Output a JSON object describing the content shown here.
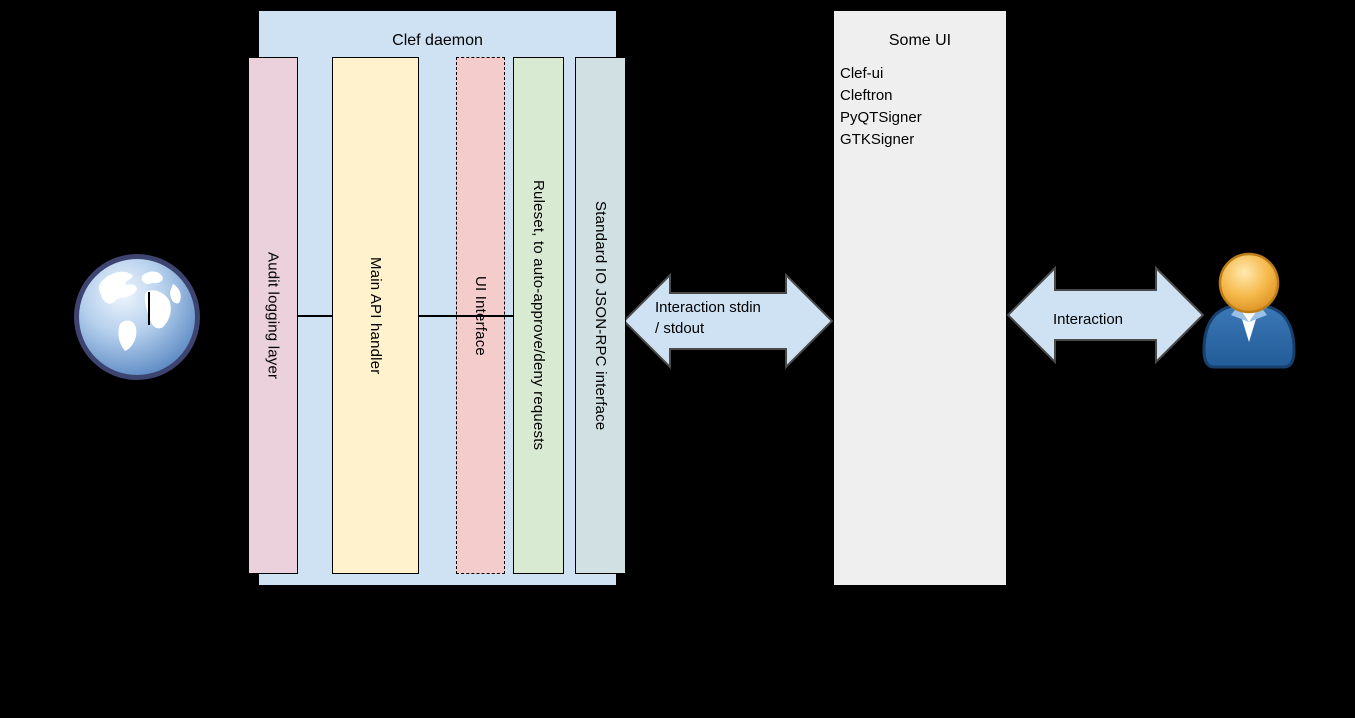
{
  "colors": {
    "background": "#000000",
    "daemon_box_fill": "#cfe2f3",
    "audit_bar_fill": "#ead1dc",
    "api_bar_fill": "#fff2cc",
    "ui_interface_bar_fill": "#f4cccc",
    "ruleset_bar_fill": "#d9ead3",
    "stdio_bar_fill": "#d0e0e3",
    "someui_box_fill": "#efefef",
    "arrow_fill": "#cfe2f3",
    "border": "#000000"
  },
  "daemon": {
    "title": "Clef daemon",
    "bars": [
      {
        "label": "Audit logging layer"
      },
      {
        "label": "Main API handler"
      },
      {
        "label": "UI Interface"
      },
      {
        "label": "Ruleset, to auto-approve/deny requests"
      },
      {
        "label": "Standard IO JSON-RPC interface"
      }
    ]
  },
  "some_ui": {
    "title": "Some UI",
    "items": [
      {
        "name": "Clef-ui"
      },
      {
        "name": "Cleftron"
      },
      {
        "name": "PyQTSigner"
      },
      {
        "name": "GTKSigner"
      }
    ]
  },
  "arrows": {
    "daemon_ui": {
      "line1": "Interaction stdin",
      "line2": "/ stdout"
    },
    "ui_user": {
      "label": "Interaction"
    }
  },
  "icons": {
    "globe": "globe-icon",
    "user": "user-icon"
  }
}
